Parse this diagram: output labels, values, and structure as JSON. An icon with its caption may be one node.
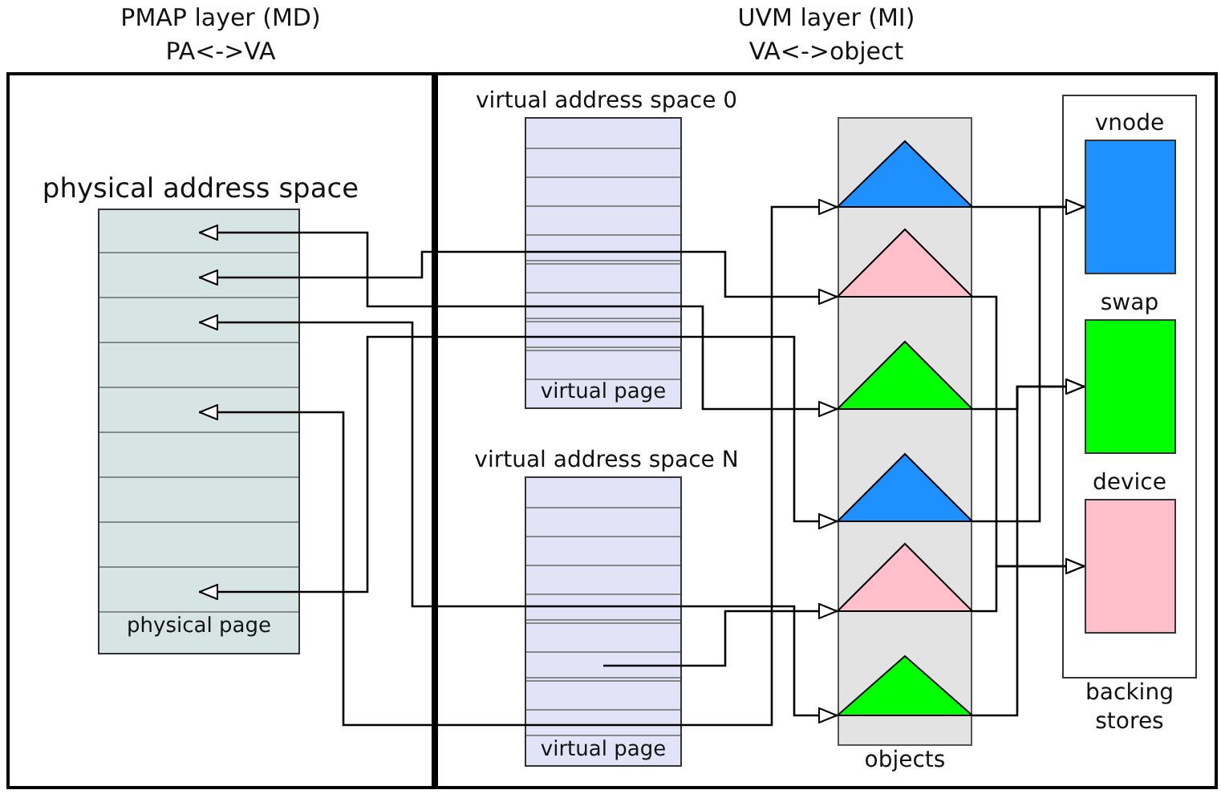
{
  "diagram": {
    "nodes": [
      {
        "text": [
          "PMAP layer (MD)",
          "PA<->VA"
        ]
      },
      {
        "text": [
          "UVM layer (MI)",
          "VA<->object"
        ]
      },
      {
        "text": [
          "physical address space",
          "physical page"
        ],
        "in": 0
      },
      {
        "text": [],
        "shape": "box",
        "in": 2
      },
      {
        "text": [],
        "shape": "box",
        "in": 2
      },
      {
        "text": [],
        "shape": "box",
        "in": 2
      },
      {
        "text": [],
        "shape": "box",
        "in": 2
      },
      {
        "text": [],
        "shape": "box",
        "in": 2
      },
      {
        "text": [],
        "shape": "box",
        "in": 2
      },
      {
        "text": [],
        "shape": "box",
        "in": 2
      },
      {
        "text": [],
        "shape": "box",
        "in": 2
      },
      {
        "text": [],
        "shape": "box",
        "in": 2
      },
      {
        "text": [
          "virtual address space 0",
          "virtual page"
        ],
        "in": 1
      },
      {
        "text": [],
        "shape": "box",
        "in": 12
      },
      {
        "text": [],
        "shape": "box",
        "in": 12
      },
      {
        "text": [],
        "shape": "box",
        "in": 12
      },
      {
        "text": [
          "virtual address space N",
          "virtual page"
        ],
        "in": 1
      },
      {
        "text": [],
        "shape": "box",
        "in": 16
      },
      {
        "text": [],
        "shape": "box",
        "in": 16
      },
      {
        "text": [],
        "shape": "box",
        "in": 16
      },
      {
        "text": [
          "objects"
        ],
        "in": 1
      },
      {
        "text": [],
        "shape": "triangle",
        "in": 20
      },
      {
        "text": [],
        "shape": "triangle",
        "in": 20
      },
      {
        "text": [],
        "shape": "triangle",
        "in": 20
      },
      {
        "text": [],
        "shape": "triangle",
        "in": 20
      },
      {
        "text": [],
        "shape": "triangle",
        "in": 20
      },
      {
        "text": [],
        "shape": "triangle",
        "in": 20
      },
      {
        "text": [
          "backing stores"
        ],
        "in": 1
      },
      {
        "text": [
          "vnode"
        ],
        "in": 27
      },
      {
        "text": [
          "swap"
        ],
        "in": 27
      },
      {
        "text": [
          "device"
        ],
        "in": 27
      }
    ],
    "edges": [
      {
        "from": 14,
        "to": 3,
        "arrow": "to"
      },
      {
        "from": 14,
        "to": 23,
        "arrow": "to"
      },
      {
        "from": 13,
        "to": 4,
        "arrow": "to"
      },
      {
        "from": 13,
        "to": 22,
        "arrow": "to"
      },
      {
        "from": 17,
        "to": 5,
        "arrow": "to"
      },
      {
        "from": 17,
        "to": 26,
        "arrow": "to"
      },
      {
        "from": 19,
        "to": 7,
        "arrow": "to"
      },
      {
        "from": 19,
        "to": 21,
        "arrow": "to"
      },
      {
        "from": 15,
        "to": 11,
        "arrow": "to"
      },
      {
        "from": 15,
        "to": 24,
        "arrow": "to"
      },
      {
        "from": 18,
        "to": 25,
        "arrow": "to"
      },
      {
        "from": 21,
        "to": 28,
        "arrow": "to"
      },
      {
        "from": 24,
        "to": 28,
        "arrow": "to"
      },
      {
        "from": 22,
        "to": 30,
        "arrow": "to"
      },
      {
        "from": 25,
        "to": 30,
        "arrow": "to"
      },
      {
        "from": 23,
        "to": 29,
        "arrow": "to"
      },
      {
        "from": 26,
        "to": 29,
        "arrow": "to"
      }
    ]
  }
}
